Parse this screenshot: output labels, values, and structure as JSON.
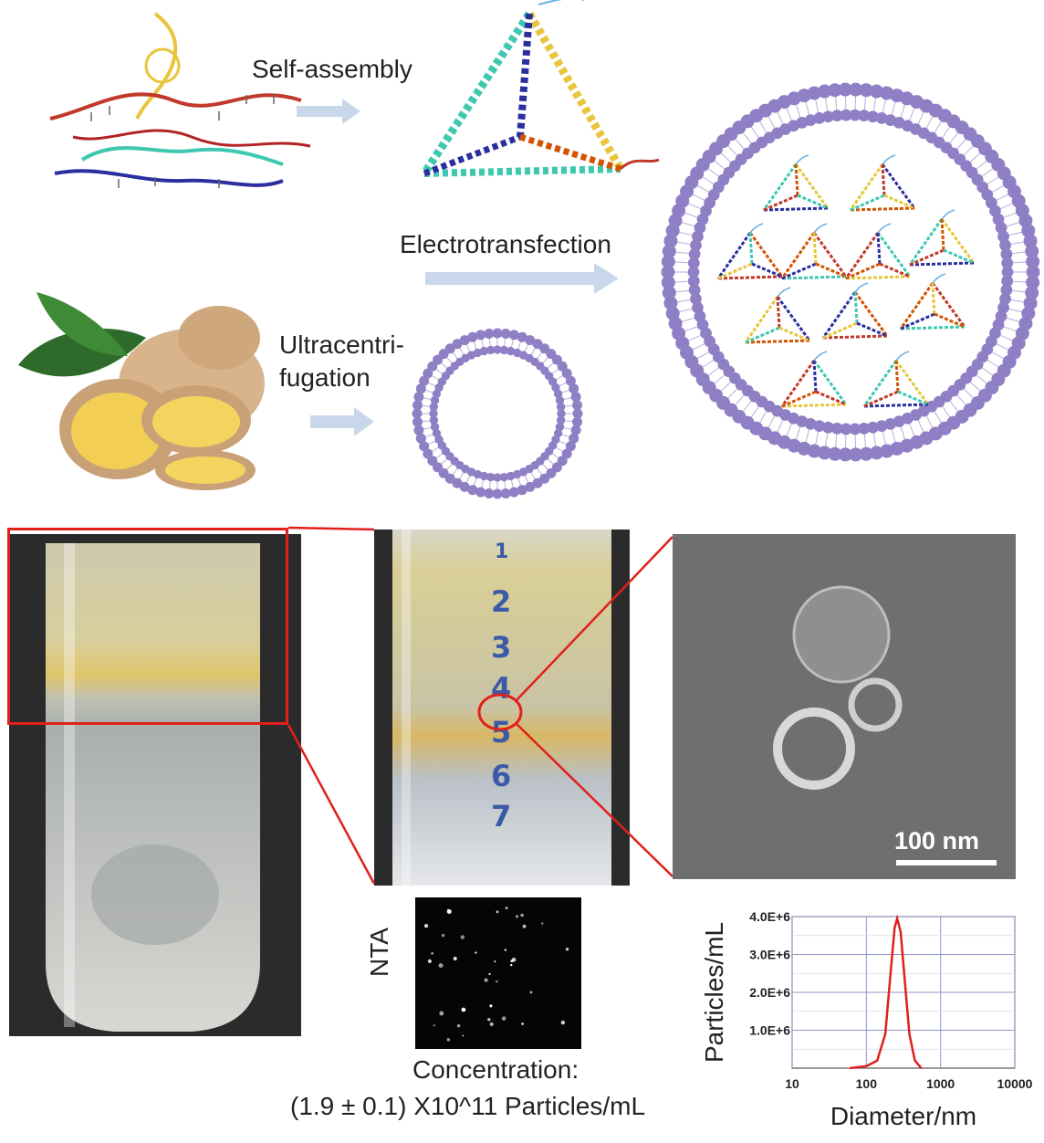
{
  "process": {
    "self_assembly": "Self-assembly",
    "electrotransfection": "Electrotransfection",
    "ultracentrifugation_line1": "Ultracentri-",
    "ultracentrifugation_line2": "fugation"
  },
  "tubes": {
    "fraction_numbers": [
      "1",
      "2",
      "3",
      "4",
      "5",
      "6",
      "7"
    ]
  },
  "tem": {
    "scale_bar": "100 nm"
  },
  "nta": {
    "label": "NTA",
    "concentration_title": "Concentration:",
    "concentration_value": "(1.9 ± 0.1)  X10^11 Particles/mL"
  },
  "colors": {
    "lipid": "#8f7fc4",
    "highlight": "#e0201b",
    "arrow": "#c9d7ea",
    "curve": "#e0201b"
  },
  "chart_data": {
    "type": "line",
    "xlabel": "Diameter/nm",
    "ylabel": "Particles/mL",
    "xscale": "log",
    "xlim": [
      10,
      10000
    ],
    "ylim": [
      0,
      4000000
    ],
    "x_ticks": [
      "10",
      "100",
      "1000",
      "10000"
    ],
    "y_ticks": [
      "1.0E+6",
      "2.0E+6",
      "3.0E+6",
      "4.0E+6"
    ],
    "grid": true,
    "series": [
      {
        "x": [
          60,
          100,
          140,
          180,
          210,
          240,
          260,
          290,
          330,
          380,
          450,
          550
        ],
        "values": [
          0,
          50000,
          200000,
          900000,
          2400000,
          3700000,
          3950000,
          3600000,
          2300000,
          900000,
          200000,
          0
        ]
      }
    ]
  }
}
